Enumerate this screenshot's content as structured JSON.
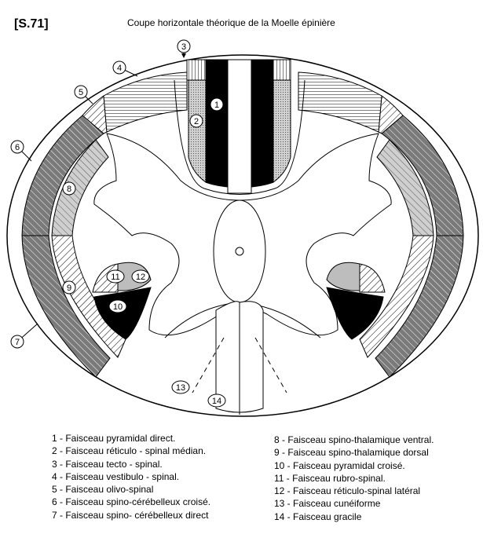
{
  "reference": "[S.71]",
  "title": "Coupe horizontale théorique de la Moelle épinière",
  "markers": [
    "1",
    "2",
    "3",
    "4",
    "5",
    "6",
    "7",
    "8",
    "9",
    "10",
    "11",
    "12",
    "13",
    "14"
  ],
  "legend": {
    "left": [
      "1 - Faisceau pyramidal direct.",
      "2 - Faisceau réticulo - spinal médian.",
      "3 - Faisceau tecto - spinal.",
      "4 - Faisceau vestibulo - spinal.",
      "5 - Faisceau olivo-spinal",
      "6 - Faisceau spino-cérébelleux croisé.",
      "7 - Faisceau spino- cérébelleux direct"
    ],
    "right": [
      "8 - Faisceau spino-thalamique ventral.",
      "9 - Faisceau spino-thalamique dorsal",
      "10 - Faisceau pyramidal croisé.",
      "11 - Faisceau rubro-spinal.",
      "12 - Faisceau réticulo-spinal latéral",
      "13 - Faisceau cunéiforme",
      "14 - Faisceau gracile"
    ]
  },
  "colors": {
    "black": "#000000",
    "dark_gray": "#6e6e6e",
    "light_gray": "#bdbdbd",
    "white": "#ffffff"
  }
}
